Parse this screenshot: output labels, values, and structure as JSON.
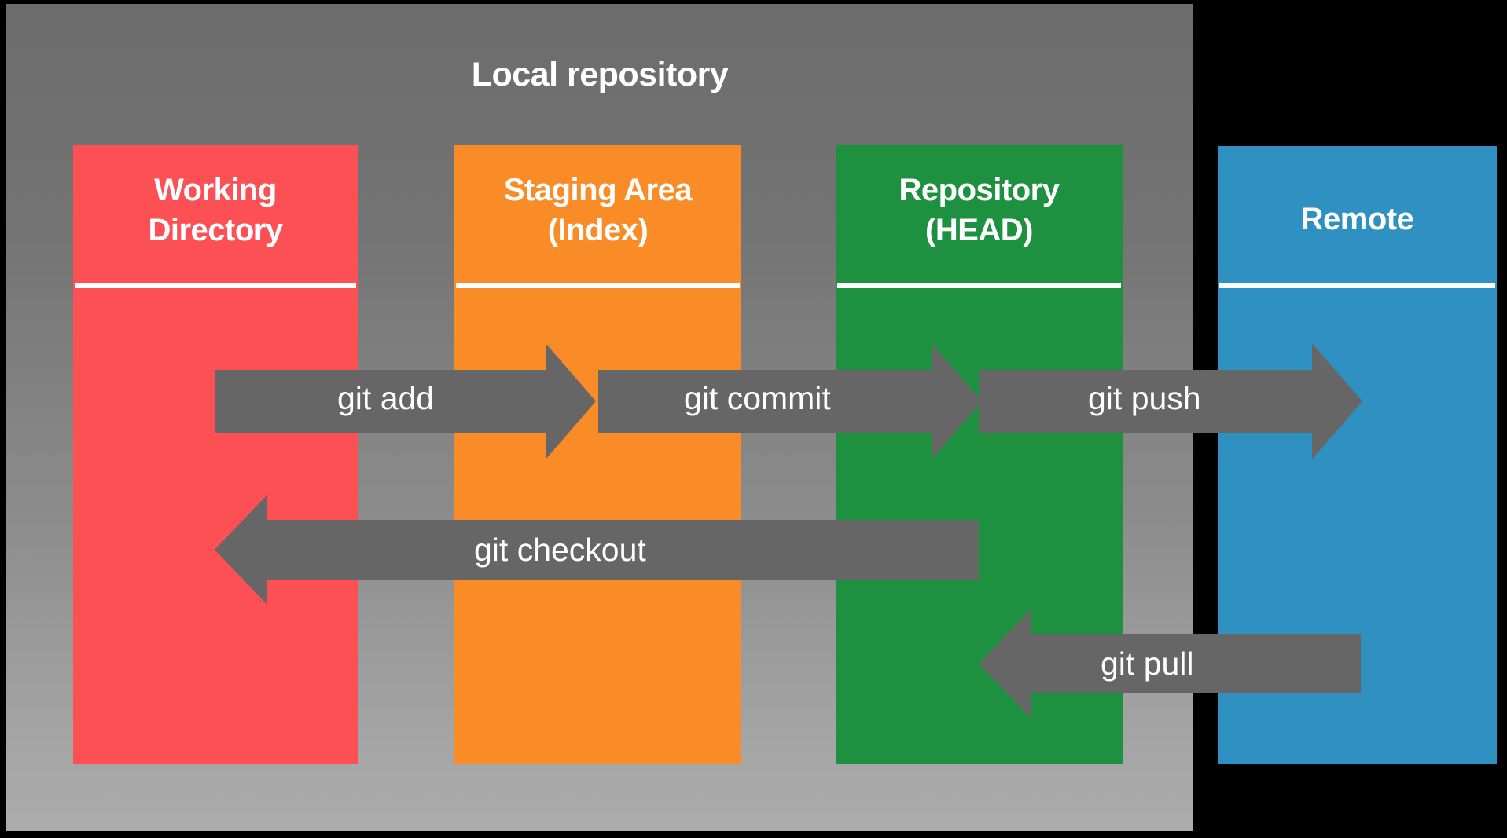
{
  "diagram": {
    "title": "Git data transport / workflow diagram",
    "background_color": "#000000",
    "panel": {
      "title": "Local repository",
      "gradient_top_color": "#6c6c6c",
      "gradient_bottom_color": "#acacac"
    },
    "arrow_color": "#666666",
    "divider_color": "#ffffff",
    "text_color": "#ffffff"
  },
  "columns": [
    {
      "id": "working-directory",
      "label": "Working\nDirectory",
      "line1": "Working",
      "line2": "Directory",
      "color": "#fc5055",
      "inside_local_repository": true
    },
    {
      "id": "staging-area",
      "label": "Staging Area\n(Index)",
      "line1": "Staging Area",
      "line2": "(Index)",
      "color": "#fa8c28",
      "inside_local_repository": true
    },
    {
      "id": "repository-head",
      "label": "Repository\n(HEAD)",
      "line1": "Repository",
      "line2": "(HEAD)",
      "color": "#1e9140",
      "inside_local_repository": true
    },
    {
      "id": "remote",
      "label": "Remote",
      "line1": "Remote",
      "line2": "",
      "color": "#2f91c2",
      "inside_local_repository": false
    }
  ],
  "arrows": [
    {
      "id": "git-add",
      "label": "git add",
      "direction": "right",
      "from": "working-directory",
      "to": "staging-area"
    },
    {
      "id": "git-commit",
      "label": "git commit",
      "direction": "right",
      "from": "staging-area",
      "to": "repository-head"
    },
    {
      "id": "git-push",
      "label": "git push",
      "direction": "right",
      "from": "repository-head",
      "to": "remote"
    },
    {
      "id": "git-checkout",
      "label": "git checkout",
      "direction": "left",
      "from": "repository-head",
      "to": "working-directory"
    },
    {
      "id": "git-pull",
      "label": "git pull",
      "direction": "left",
      "from": "remote",
      "to": "repository-head"
    }
  ]
}
